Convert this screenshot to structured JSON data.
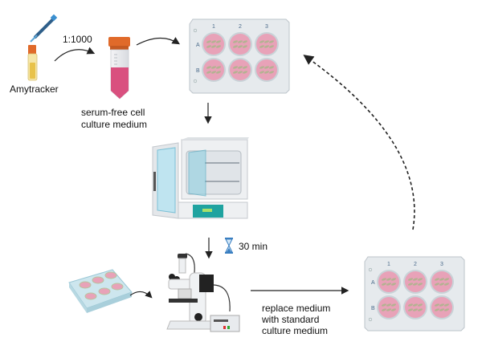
{
  "labels": {
    "dilution": "1:1000",
    "reagent": "Amytracker",
    "medium_line1": "serum-free cell",
    "medium_line2": "culture medium",
    "incubation_time": "30 min",
    "replace_line1": "replace medium",
    "replace_line2": "with standard",
    "replace_line3": "culture medium"
  },
  "plate_top": {
    "columns": [
      "1",
      "2",
      "3"
    ],
    "rows": [
      "A",
      "B"
    ]
  },
  "plate_bottom": {
    "columns": [
      "1",
      "2",
      "3"
    ],
    "rows": [
      "A",
      "B"
    ]
  },
  "colors": {
    "well_pink": "#e8a2b8",
    "plate_gray": "#e6eaed",
    "medium_pink": "#d9507f",
    "cap_orange": "#e06a2a",
    "incubator_teal": "#1fa3a0",
    "hourglass_blue": "#3a7fc1",
    "reagent_yellow": "#e8c24a",
    "pipette_blue": "#2f5f8a"
  }
}
